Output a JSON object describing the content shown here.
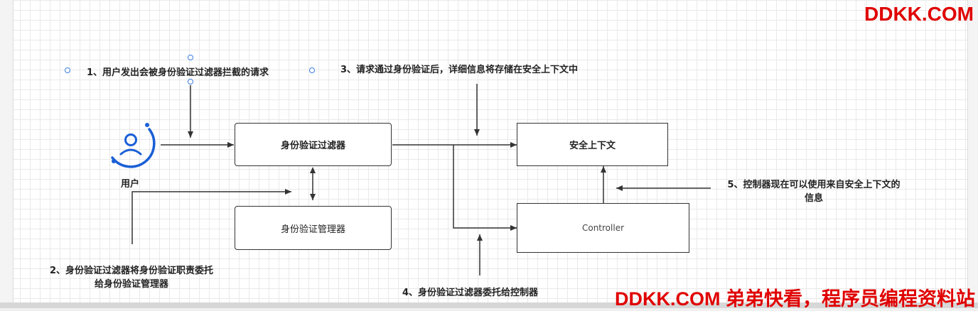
{
  "nodes": {
    "filter": "身份验证过滤器",
    "manager": "身份验证管理器",
    "security_context": "安全上下文",
    "controller": "Controller",
    "user": "用户"
  },
  "steps": {
    "step1": "1、用户发出会被身份验证过滤器拦截的请求",
    "step2_line1": "2、身份验证过滤器将身份验证职责委托",
    "step2_line2": "给身份验证管理器",
    "step3": "3、请求通过身份验证后，详细信息将存储在安全上下文中",
    "step4": "4、身份验证过滤器委托给控制器",
    "step5_line1": "5、控制器现在可以使用来自安全上下文的",
    "step5_line2": "信息"
  },
  "watermark": {
    "top": "DDKK.COM",
    "bottom": "DDKK.COM 弟弟快看，程序员编程资料站"
  },
  "colors": {
    "accent_blue": "#1a5fd6",
    "watermark_red": "#e00000",
    "line": "#333333"
  }
}
